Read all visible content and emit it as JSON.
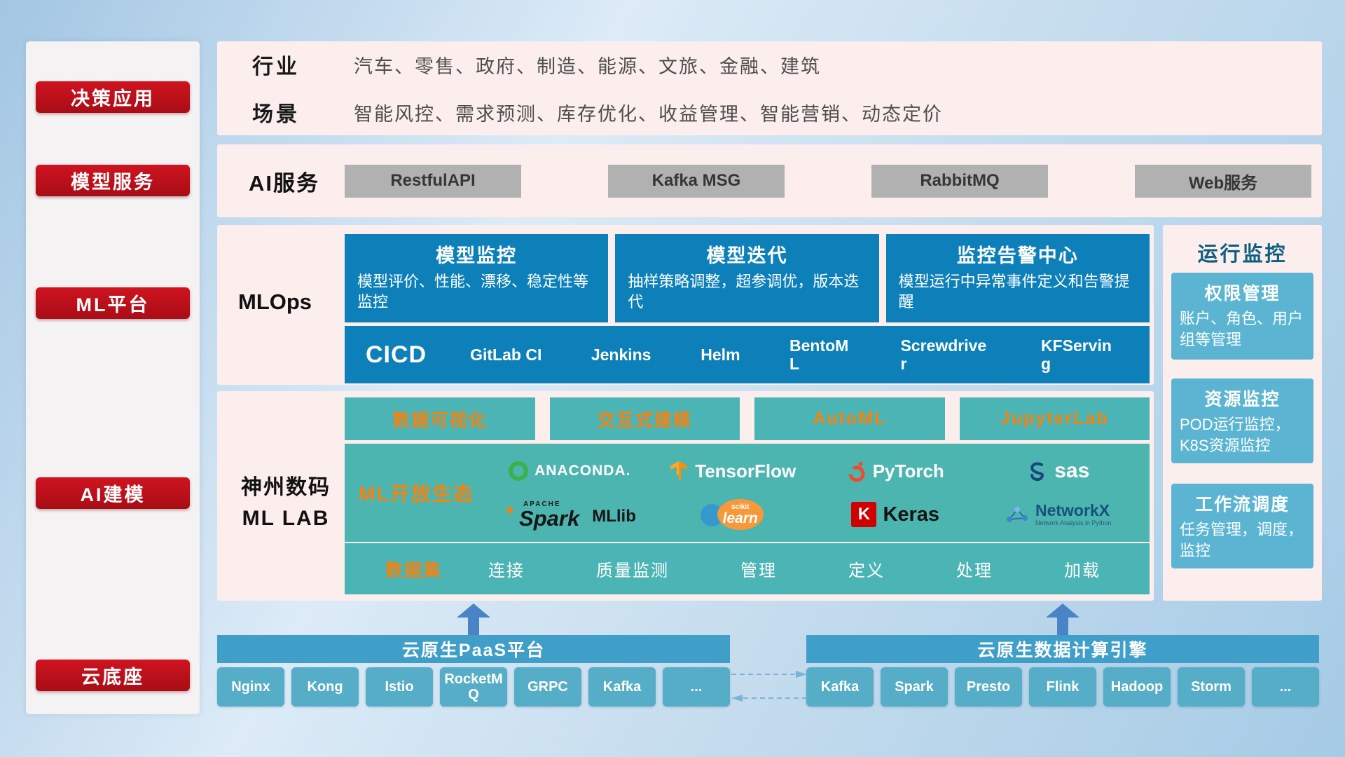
{
  "sidebar": {
    "items": [
      {
        "label": "决策应用"
      },
      {
        "label": "模型服务"
      },
      {
        "label": "ML平台"
      },
      {
        "label": "AI建模"
      },
      {
        "label": "云底座"
      }
    ]
  },
  "overview": {
    "rows": [
      {
        "label": "行业",
        "value": "汽车、零售、政府、制造、能源、文旅、金融、建筑"
      },
      {
        "label": "场景",
        "value": "智能风控、需求预测、库存优化、收益管理、智能营销、动态定价"
      }
    ]
  },
  "ai_service": {
    "label": "AI服务",
    "buttons": [
      "RestfulAPI",
      "Kafka MSG",
      "RabbitMQ",
      "Web服务"
    ]
  },
  "mlops": {
    "label": "MLOps",
    "cards": [
      {
        "title": "模型监控",
        "desc": "模型评价、性能、漂移、稳定性等监控"
      },
      {
        "title": "模型迭代",
        "desc": "抽样策略调整，超参调优，版本迭代"
      },
      {
        "title": "监控告警中心",
        "desc": "模型运行中异常事件定义和告警提醒"
      }
    ],
    "cicd": {
      "title": "CICD",
      "items": [
        "GitLab CI",
        "Jenkins",
        "Helm",
        "BentoML",
        "Screwdriver",
        "KFServing"
      ]
    }
  },
  "mllab": {
    "label_line1": "神州数码",
    "label_line2": "ML LAB",
    "tools": [
      "数据可视化",
      "交互式建模",
      "AutoML",
      "JupyterLab"
    ],
    "ecosystem": {
      "title": "ML开放生态",
      "logos": [
        {
          "name": "anaconda",
          "text": "ANACONDA."
        },
        {
          "name": "tensorflow",
          "text": "TensorFlow"
        },
        {
          "name": "pytorch",
          "text": "PyTorch"
        },
        {
          "name": "sas",
          "text": "sas"
        },
        {
          "name": "spark-mllib",
          "apache": "APACHE",
          "spark": "Spark",
          "mllib": "MLlib"
        },
        {
          "name": "scikit-learn",
          "scikit": "scikit",
          "learn": "learn"
        },
        {
          "name": "keras",
          "k": "K",
          "text": "Keras"
        },
        {
          "name": "networkx",
          "text": "NetworkX",
          "sub": "Network Analysis in Python"
        }
      ]
    },
    "dataset": {
      "title": "数据集",
      "items": [
        "连接",
        "质量监测",
        "管理",
        "定义",
        "处理",
        "加载"
      ]
    }
  },
  "monitoring": {
    "title": "运行监控",
    "cards": [
      {
        "title": "权限管理",
        "desc": "账户、角色、用户组等管理"
      },
      {
        "title": "资源监控",
        "desc": "POD运行监控，K8S资源监控"
      },
      {
        "title": "工作流调度",
        "desc": "任务管理，调度，监控"
      }
    ]
  },
  "cloud": {
    "paas": {
      "title": "云原生PaaS平台",
      "items": [
        "Nginx",
        "Kong",
        "Istio",
        "RocketMQ",
        "GRPC",
        "Kafka",
        "..."
      ]
    },
    "engine": {
      "title": "云原生数据计算引擎",
      "items": [
        "Kafka",
        "Spark",
        "Presto",
        "Flink",
        "Hadoop",
        "Storm",
        "..."
      ]
    }
  },
  "icons": {
    "spark_star": "✦"
  },
  "colors": {
    "nav_red": "#bf1119",
    "panel_pink": "#fdeeee",
    "card_blue": "#0d80ba",
    "teal": "#4bb4b4",
    "accent_orange": "#f5830f",
    "monitor_card": "#5bb5d2",
    "bar_blue": "#3f9fc9",
    "chip_blue": "#56adc8",
    "arrow_blue": "#4b84c6",
    "gray_button": "#b1b1b1"
  }
}
